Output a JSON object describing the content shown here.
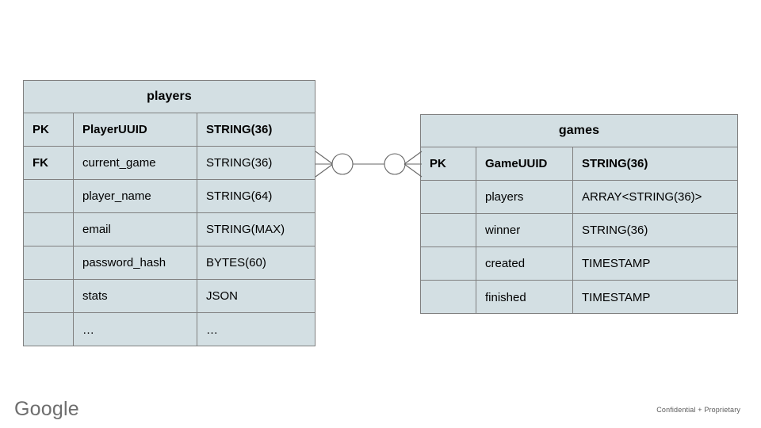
{
  "diagram": {
    "type": "entity-relationship-diagram",
    "background_color": "#ffffff",
    "entity_fill_color": "#d3dfe3",
    "entity_border_color": "#808080",
    "entities": [
      {
        "name": "players",
        "title": "players",
        "columns": [
          "key",
          "field",
          "type"
        ],
        "rows": [
          {
            "key": "PK",
            "field": "PlayerUUID",
            "type": "STRING(36)",
            "bold": true
          },
          {
            "key": "FK",
            "field": "current_game",
            "type": "STRING(36)",
            "bold": false
          },
          {
            "key": "",
            "field": "player_name",
            "type": "STRING(64)",
            "bold": false
          },
          {
            "key": "",
            "field": "email",
            "type": "STRING(MAX)",
            "bold": false
          },
          {
            "key": "",
            "field": "password_hash",
            "type": "BYTES(60)",
            "bold": false
          },
          {
            "key": "",
            "field": "stats",
            "type": "JSON",
            "bold": false
          },
          {
            "key": "",
            "field": "…",
            "type": "…",
            "bold": false
          }
        ]
      },
      {
        "name": "games",
        "title": "games",
        "columns": [
          "key",
          "field",
          "type"
        ],
        "rows": [
          {
            "key": "PK",
            "field": "GameUUID",
            "type": "STRING(36)",
            "bold": true
          },
          {
            "key": "",
            "field": "players",
            "type": "ARRAY<STRING(36)>",
            "bold": false
          },
          {
            "key": "",
            "field": "winner",
            "type": "STRING(36)",
            "bold": false
          },
          {
            "key": "",
            "field": "created",
            "type": "TIMESTAMP",
            "bold": false
          },
          {
            "key": "",
            "field": "finished",
            "type": "TIMESTAMP",
            "bold": false
          }
        ]
      }
    ],
    "relationship": {
      "from": "players",
      "to": "games",
      "from_field": "current_game",
      "to_field": "GameUUID",
      "notation": "crows-foot",
      "left_cardinality": "zero-or-many",
      "right_cardinality": "zero-or-many",
      "line_color": "#666666"
    }
  },
  "footer": {
    "logo_text": "Google",
    "note": "Confidential + Proprietary"
  }
}
